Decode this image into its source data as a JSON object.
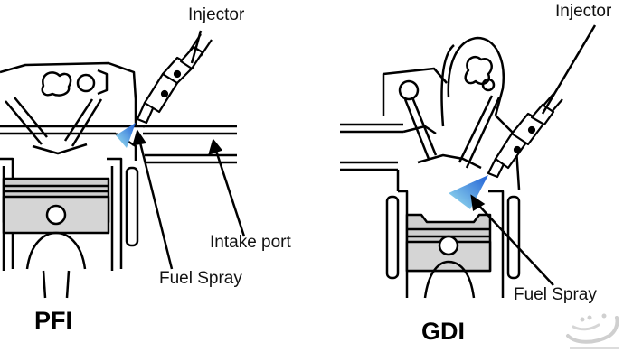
{
  "pfi": {
    "title": "PFI",
    "injector_label": "Injector",
    "intake_label": "Intake port",
    "spray_label": "Fuel Spray"
  },
  "gdi": {
    "title": "GDI",
    "injector_label": "Injector",
    "spray_label": "Fuel Spray"
  },
  "colors": {
    "line": "#000000",
    "piston_fill": "#cfcfcf",
    "spray_dark": "#1f5fd6",
    "spray_light": "#9fe6f0"
  },
  "watermark": {
    "name": "site-logo"
  }
}
